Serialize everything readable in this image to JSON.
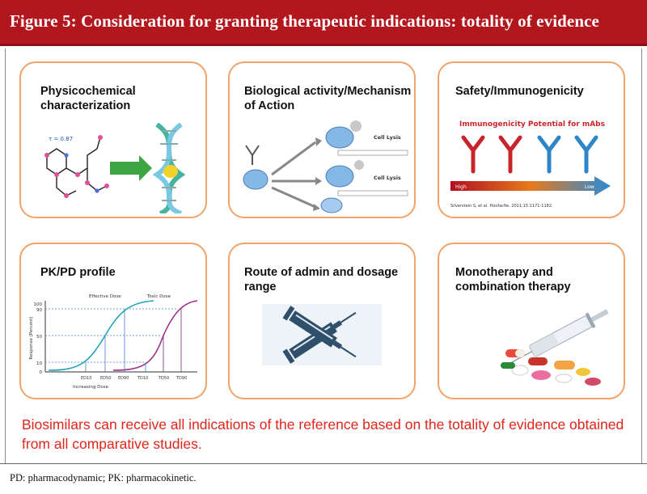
{
  "figure": {
    "title": "Figure 5: Consideration for granting therapeutic indications: totality of evidence"
  },
  "cards": [
    {
      "title": "Physicochemical characterization",
      "illustration": {
        "annotation_value": "τ = 0.87"
      }
    },
    {
      "title": "Biological activity/Mechanism of Action",
      "illustration": {
        "labels": [
          "Cell Lysis",
          "Cell Lysis"
        ]
      }
    },
    {
      "title": "Safety/Immunogenicity",
      "illustration": {
        "heading": "Immunogenicity Potential for mAbs",
        "arrow_low": "High",
        "arrow_high": "Low",
        "antibody_colors": [
          "#c8242b",
          "#c8242b",
          "#2e86c9",
          "#2e86c9"
        ],
        "citation": "Silverstein S, et al. Hoofacfie. 2011;15:1171-1182."
      }
    },
    {
      "title": "PK/PD profile",
      "illustration": {
        "y_ticks": [
          "100",
          "90",
          "50",
          "10",
          "0"
        ],
        "y_label": "Response (Percent)",
        "x_label": "Increasing Dose",
        "curve_labels": [
          "Effective Dose",
          "Toxic Dose"
        ],
        "x_ticks": [
          "ED10",
          "ED50",
          "ED90",
          "TD10",
          "TD50",
          "TD90"
        ]
      }
    },
    {
      "title": "Route of admin and dosage range"
    },
    {
      "title": "Monotherapy and combination therapy"
    }
  ],
  "conclusion": "Biosimilars can receive all indications of the reference based on the totality of evidence obtained from all comparative studies.",
  "footnote": "PD: pharmacodynamic; PK: pharmacokinetic.",
  "colors": {
    "header_bg": "#b2171e",
    "card_border": "#f1a36a",
    "conclusion_text": "#e0261c"
  }
}
